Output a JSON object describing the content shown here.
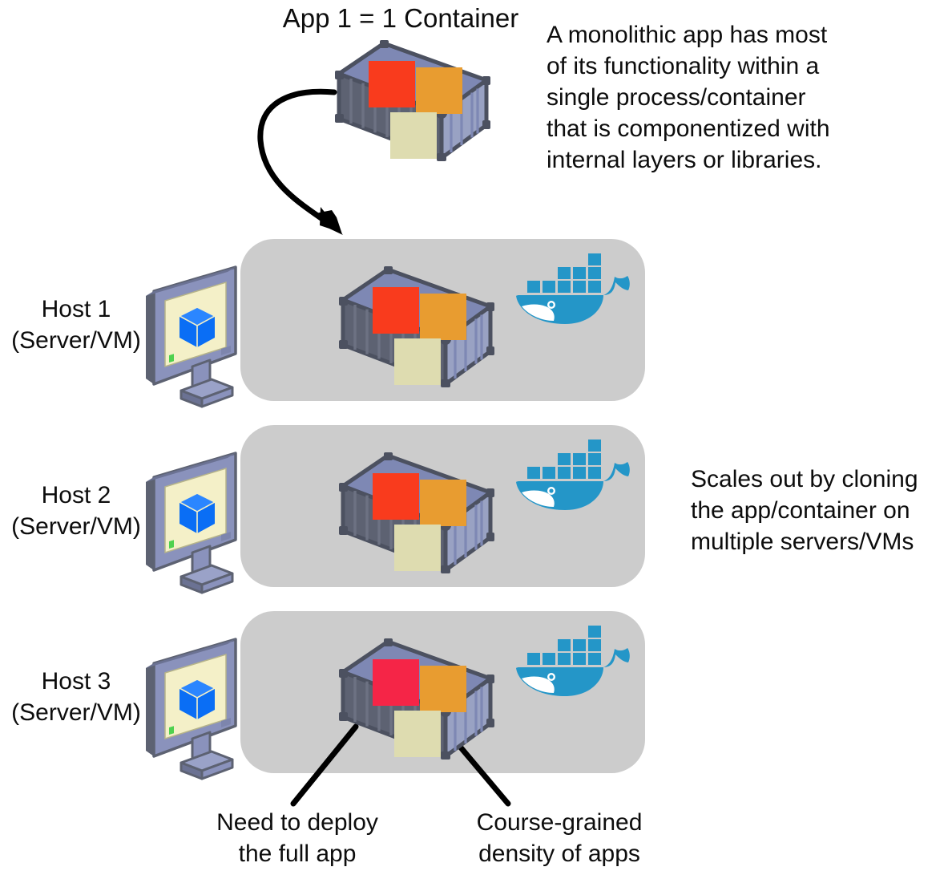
{
  "diagram": {
    "title": "App 1 = 1 Container",
    "notes": {
      "monolith": "A monolithic app has most\nof its functionality within a\nsingle process/container\nthat is componentized with\ninternal layers or libraries.",
      "scale_out": "Scales out by cloning\nthe app/container on\nmultiple servers/VMs"
    },
    "hosts": [
      {
        "name": "Host 1",
        "subtitle": "(Server/VM)"
      },
      {
        "name": "Host 2",
        "subtitle": "(Server/VM)"
      },
      {
        "name": "Host 3",
        "subtitle": "(Server/VM)"
      }
    ],
    "callouts": [
      {
        "text": "Need to deploy\nthe full app"
      },
      {
        "text": "Course-grained\ndensity of apps"
      }
    ],
    "icons": {
      "container": "shipping-container-icon",
      "monitor": "monitor-host-icon",
      "cube": "blue-cube-icon",
      "whale": "docker-whale-icon",
      "arrow": "curved-arrow-icon",
      "leader": "leader-line-icon"
    },
    "colors": {
      "band_gray": "#cccccc",
      "container_top": "#7e88b4",
      "container_front": "#5d6272",
      "container_end": "#99a2c3",
      "container_outline": "#4c5160",
      "app_red": "#f93b1d",
      "app_red_alt": "#f52547",
      "app_orange": "#e89c30",
      "app_cream": "#dedcb0",
      "screen_cream": "#f4f0c8",
      "monitor_body": "#8a92bc",
      "monitor_dark": "#5d6272",
      "cube_blue": "#0a6ef5",
      "whale_blue": "#2496c8",
      "text": "#0d0d0d"
    }
  }
}
